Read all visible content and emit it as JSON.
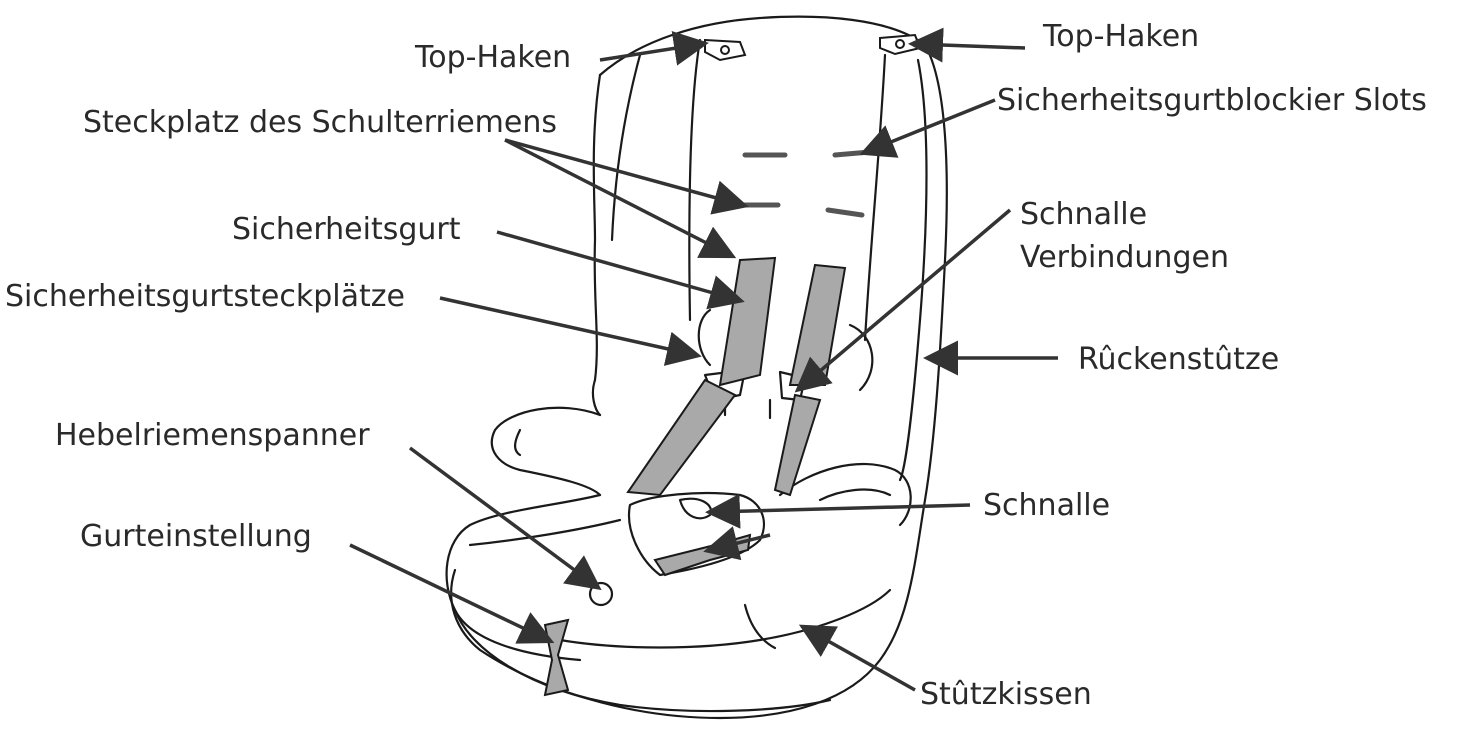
{
  "diagram": {
    "labels": {
      "top_haken_left": "Top-Haken",
      "top_haken_right": "Top-Haken",
      "steckplatz": "Steckplatz des Schulterriemens",
      "sicherheitsgurtblockier": "Sicherheitsgurtblockier Slots",
      "sicherheitsgurt": "Sicherheitsgurt",
      "schnalle_verbindungen_line1": "Schnalle",
      "schnalle_verbindungen_line2": "Verbindungen",
      "sicherheitsgurtsteckplaetze": "Sicherheitsgurtsteckplätze",
      "rueckenstuetze": "Rûckenstûtze",
      "hebelriemenspanner": "Hebelriemenspanner",
      "schnalle": "Schnalle",
      "gurteinstellung": "Gurteinstellung",
      "stuetzkissen": "Stûtzkissen"
    },
    "colors": {
      "line": "#1a1a1a",
      "strap_fill": "#a9a9a9",
      "arrow": "#333333"
    }
  }
}
